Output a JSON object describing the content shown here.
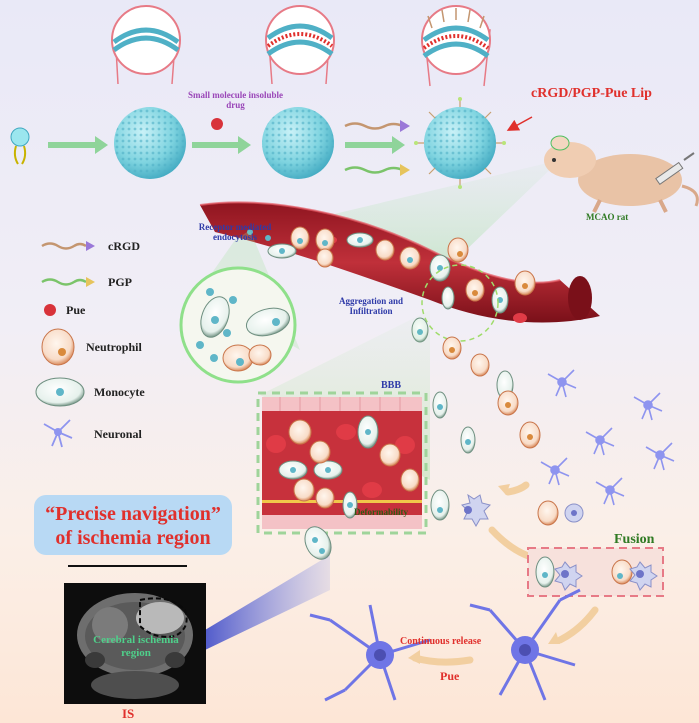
{
  "product_label": "cRGD/PGP-Pue Lip",
  "small_molecule_label": "Small molecule insoluble drug",
  "rat_label": "MCAO rat",
  "receptor_label": "Receptor mediated endocytosis",
  "aggregation_label": "Aggregation and Infiltration",
  "bbb_label": "BBB",
  "deformability_label": "Deformability",
  "fusion_label": "Fusion",
  "release_label": "Continuous release",
  "pue_bottom_label": "Pue",
  "navigation_title": "“Precise navigation”",
  "navigation_subtitle": "of ischemia region",
  "mri_label": "Cerebral ischemia region",
  "is_label": "IS",
  "legend": {
    "crgd": "cRGD",
    "pgp": "PGP",
    "pue": "Pue",
    "neutrophil": "Neutrophil",
    "monocyte": "Monocyte",
    "neuronal": "Neuronal"
  },
  "colors": {
    "vessel": "#b0212c",
    "liposome": "#7fd4e0",
    "accent_red": "#e0302c",
    "neuron": "#7c82ea",
    "green_label": "#2f7a23"
  }
}
